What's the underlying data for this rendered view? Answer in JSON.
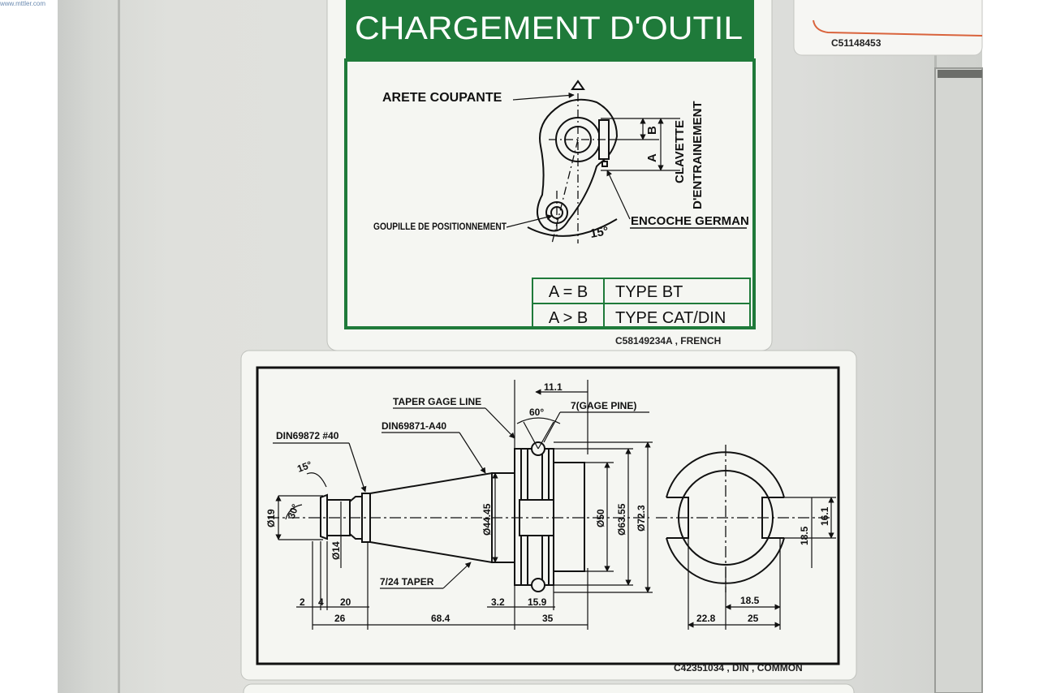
{
  "corner_mark": "www.mttler.com",
  "top_right_label": {
    "code": "C51148453"
  },
  "label_french": {
    "title": "CHARGEMENT D'OUTIL",
    "callouts": {
      "cutting_edge": "ARETE COUPANTE",
      "drive_key_1": "CLAVETTE",
      "drive_key_2": "D'ENTRAINEMENT",
      "locating_pin": "GOUPILLE DE POSITIONNEMENT",
      "german_notch": "ENCOCHE GERMAN",
      "angle": "15°",
      "dim_a": "A",
      "dim_b": "B"
    },
    "table": [
      {
        "condition": "A = B",
        "type": "TYPE BT"
      },
      {
        "condition": "A > B",
        "type": "TYPE CAT/DIN"
      }
    ],
    "code": "C58149234A , FRENCH",
    "colors": {
      "green": "#1f7a3a",
      "paper": "#f4f5f1"
    }
  },
  "label_din": {
    "callouts": {
      "taper_gage_line": "TAPER GAGE LINE",
      "gage_pin": "7(GAGE PINE)",
      "din_a40": "DIN69871-A40",
      "din_40": "DIN69872 #40",
      "taper": "7/24 TAPER",
      "angle_60": "60°",
      "angle_15": "15°",
      "angle_30": "30°",
      "d19": "Ø19",
      "d14": "Ø14",
      "d4445": "Ø44.45",
      "d50": "Ø50",
      "d6355": "Ø63.55",
      "d723": "Ø72.3",
      "d161": "16.1",
      "d185v": "18.5",
      "d111": "11.1"
    },
    "bottom_dims": {
      "a": "2",
      "b": "4",
      "c": "20",
      "d": "26",
      "e": "68.4",
      "f": "3.2",
      "g": "15.9",
      "h": "35",
      "i": "18.5",
      "j": "22.8",
      "k": "25"
    },
    "code": "C42351034 , DIN , COMMON"
  }
}
